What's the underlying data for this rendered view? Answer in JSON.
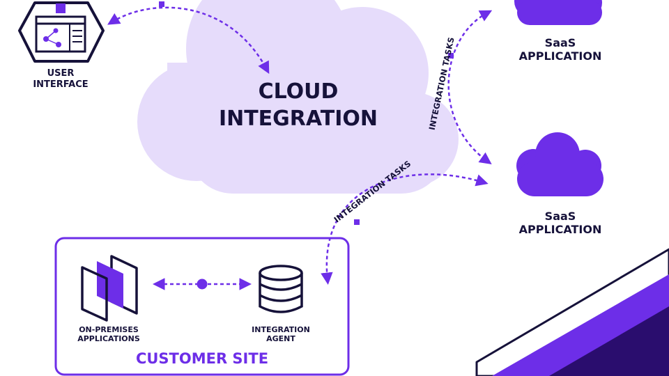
{
  "colors": {
    "accent": "#6d2ee8",
    "cloud": "#e6dcfb",
    "dark": "#16123a",
    "deep": "#2a0d6e"
  },
  "icons": [
    "user-interface-icon",
    "cloud-icon",
    "on-premises-icon",
    "database-icon",
    "connector-dot-icon"
  ],
  "cloud_title": {
    "line1": "CLOUD",
    "line2": "INTEGRATION"
  },
  "user_interface": {
    "line1": "USER",
    "line2": "INTERFACE"
  },
  "saas_top": {
    "line1": "SaaS",
    "line2": "APPLICATION"
  },
  "saas_bottom": {
    "line1": "SaaS",
    "line2": "APPLICATION"
  },
  "task_label_right": "INTEGRATION TASKS",
  "task_label_lower": "INTEGRATION TASKS",
  "customer_site": {
    "title": "CUSTOMER SITE",
    "on_premises": {
      "line1": "ON-PREMISES",
      "line2": "APPLICATIONS"
    },
    "agent": {
      "line1": "INTEGRATION",
      "line2": "AGENT"
    }
  }
}
